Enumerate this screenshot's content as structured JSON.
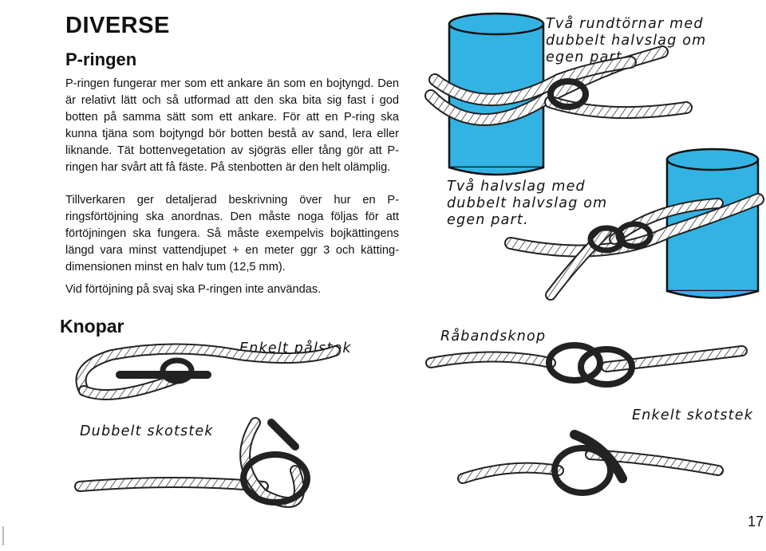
{
  "section_title": "DIVERSE",
  "subsection_title": "P-ringen",
  "paragraphs": [
    "P-ringen fungerar mer som ett ankare än som en bojtyngd. Den är relativt lätt och så utformad att den ska bita sig fast i god botten på samma sätt som ett ankare. För att en P-ring ska kunna tjäna som bojtyngd bör botten bestå av sand, lera eller liknande. Tät bottenvegetation av sjögräs eller tång gör att P-ringen har svårt att få fäste. På stenbotten är den helt olämplig.",
    "Tillverkaren ger detaljerad beskrivning över hur en P-ringsförtöjning ska anordnas. Den måste noga följas för att förtöjningen ska fungera. Så måste exempelvis bojkättingens längd vara minst vattendjupet + en meter ggr 3 och kätting-dimensionen minst en halv tum (12,5 mm).",
    "Vid förtöjning på svaj ska P-ringen inte användas."
  ],
  "knots_title": "Knopar",
  "captions": {
    "tva_rundtornar": "Två rundtörnar med dubbelt halvslag om egen part.",
    "tva_halvslag": "Två halvslag med dubbelt halvslag om egen part.",
    "enkelt_palstek": "Enkelt pålstek",
    "rabandsknop": "Råbandsknop",
    "dubbelt_skotstek": "Dubbelt skotstek",
    "enkelt_skotstek": "Enkelt skotstek"
  },
  "page_number": "17",
  "colors": {
    "post_fill": "#33b3e3",
    "post_stroke": "#111111",
    "rope": "#222222"
  }
}
